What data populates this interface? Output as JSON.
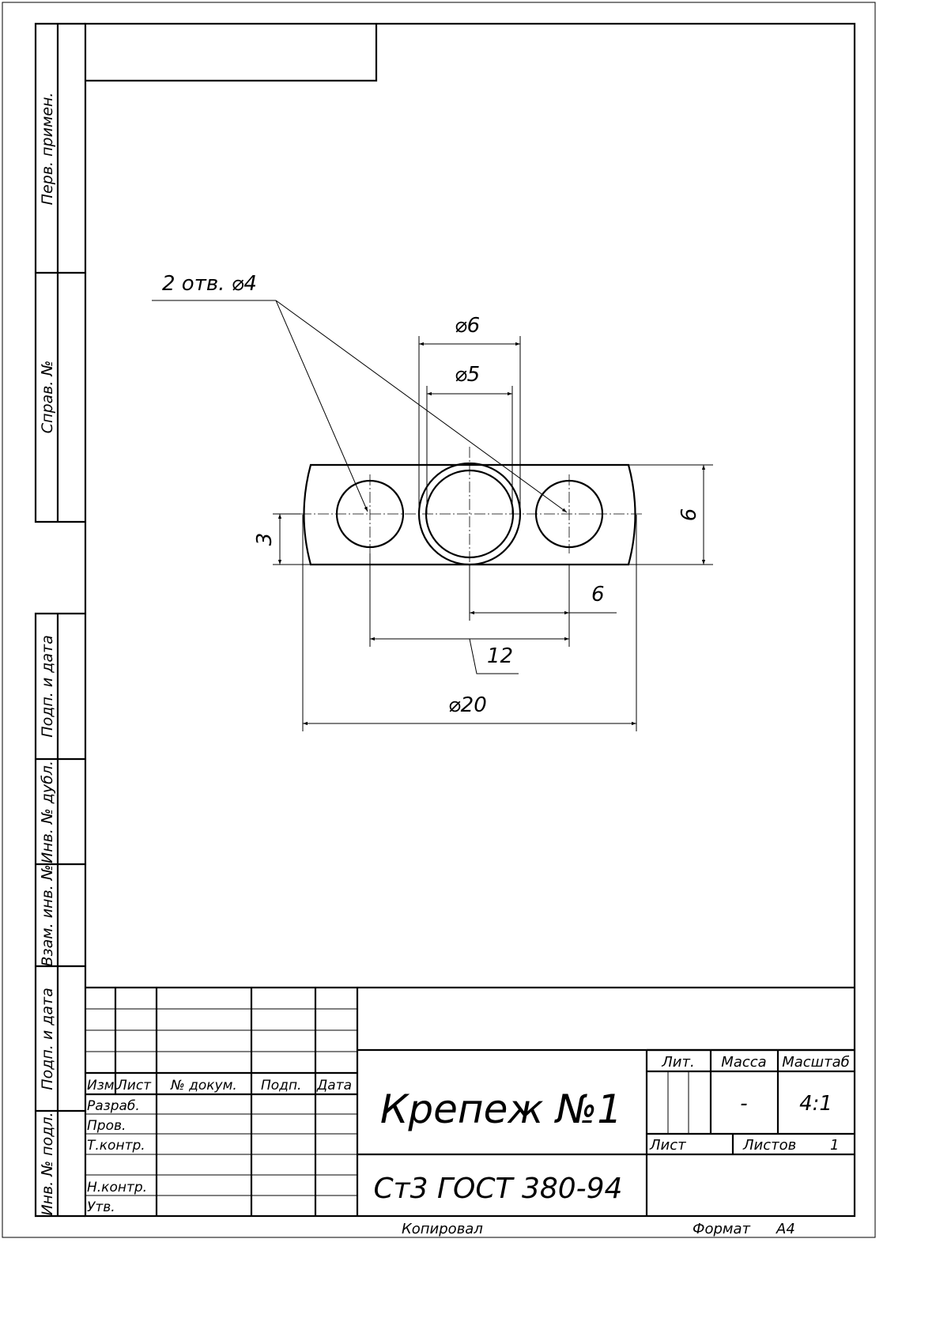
{
  "side_strip": {
    "perv_primen": "Перв. примен.",
    "sprav_no": "Справ. №",
    "podp_i_data_top": "Подп. и дата",
    "inv_no_dubl": "Инв. № дубл.",
    "vzam_inv_no": "Взам. инв. №",
    "podp_i_data_bottom": "Подп. и дата",
    "inv_no_podl": "Инв. № подл."
  },
  "drawing": {
    "holes_label": "2 отв. ⌀4",
    "dim_d6": "⌀6",
    "dim_d5": "⌀5",
    "dim_height": "6",
    "dim_3": "3",
    "dim_6_offset": "6",
    "dim_12": "12",
    "dim_d20": "⌀20"
  },
  "title_block": {
    "headers": {
      "izm": "Изм.",
      "list": "Лист",
      "no_dokum": "№ докум.",
      "podp": "Подп.",
      "data": "Дата"
    },
    "roles": {
      "razrab": "Разраб.",
      "prov": "Пров.",
      "t_kontr": "Т.контр.",
      "n_kontr": "Н.контр.",
      "utv": "Утв."
    },
    "part_name": "Крепеж №1",
    "material": "Ст3 ГОСТ 380-94",
    "lit_label": "Лит.",
    "massa_label": "Масса",
    "masshtab_label": "Масштаб",
    "massa_value": "-",
    "masshtab_value": "4:1",
    "list_label": "Лист",
    "listov_label": "Листов",
    "listov_value": "1"
  },
  "footer": {
    "kopiroval": "Копировал",
    "format_label": "Формат",
    "format_value": "A4"
  }
}
